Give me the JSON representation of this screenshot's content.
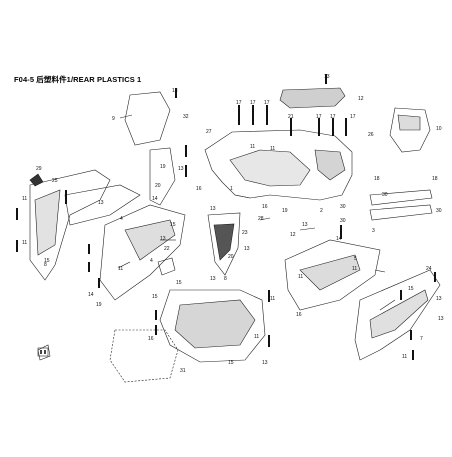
{
  "diagram": {
    "title": "F04-5 后塑料件1/REAR PLASTICS 1",
    "callouts": [
      "1",
      "2",
      "3",
      "4",
      "5",
      "6",
      "7",
      "8",
      "9",
      "10",
      "11",
      "12",
      "13",
      "14",
      "15",
      "16",
      "17",
      "18",
      "19",
      "20",
      "21",
      "22",
      "23",
      "24",
      "25",
      "26",
      "27",
      "28",
      "29",
      "30",
      "31",
      "32"
    ]
  }
}
